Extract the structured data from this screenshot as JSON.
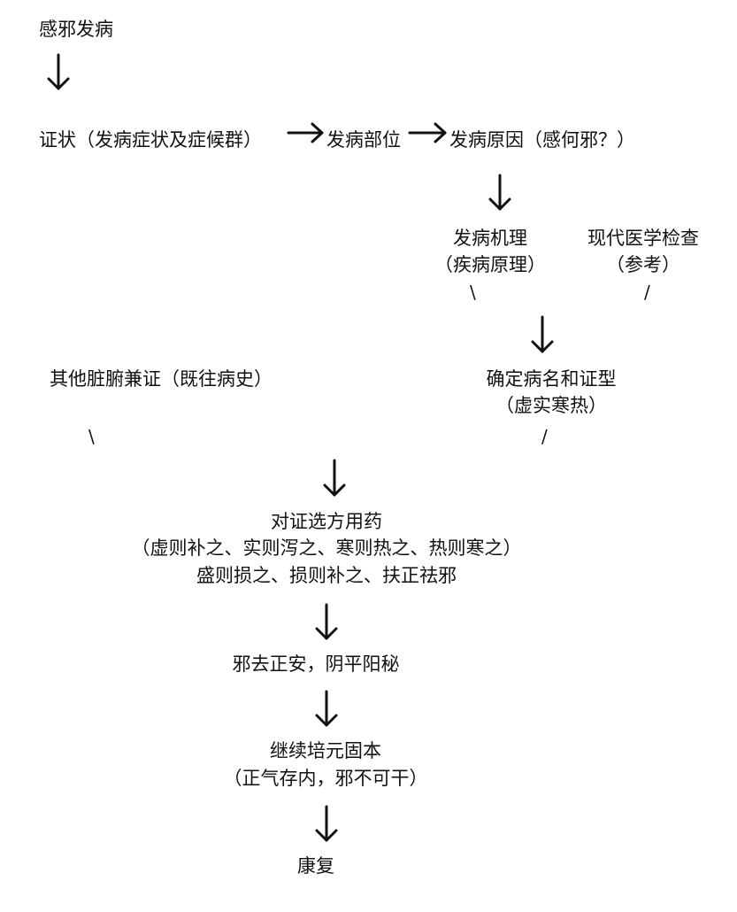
{
  "nodes": {
    "infection": "感邪发病",
    "symptoms": "证状（发病症状及症候群）",
    "site": "发病部位",
    "cause": "发病原因（感何邪？）",
    "mechanism_l1": "发病机理",
    "mechanism_l2": "（疾病原理）",
    "modern_l1": "现代医学检查",
    "modern_l2": "（参考）",
    "diagnosis_l1": "确定病名和证型",
    "diagnosis_l2": "（虚实寒热）",
    "history": "其他脏腑兼证（既往病史）",
    "treatment_l1": "对证选方用药",
    "treatment_l2": "（虚则补之、实则泻之、寒则热之、热则寒之）",
    "treatment_l3": "盛则损之、损则补之、扶正祛邪",
    "balance": "邪去正安，阴平阳秘",
    "consolidate_l1": "继续培元固本",
    "consolidate_l2": "（正气存内，邪不可干）",
    "recovery": "康复"
  },
  "connectors": {
    "backslash": "\\",
    "slash": "/"
  }
}
